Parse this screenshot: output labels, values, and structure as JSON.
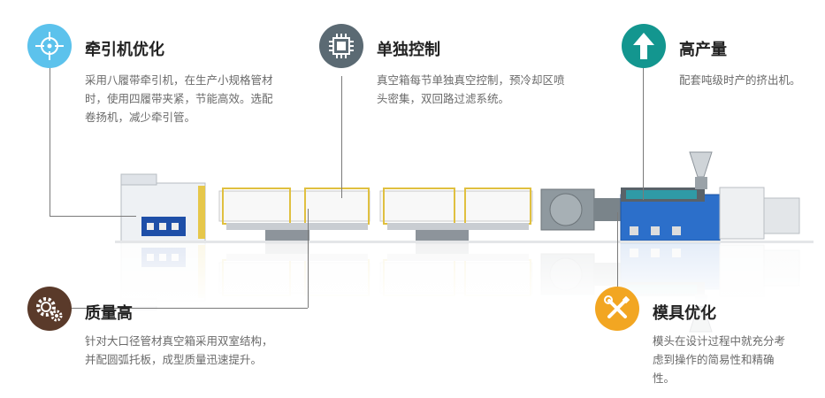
{
  "features": [
    {
      "id": "traction",
      "icon": "crosshair-icon",
      "color": "#5cc2ec",
      "title": "牵引机优化",
      "desc": "采用八履带牵引机，在生产小规格管材时，使用四履带夹紧，节能高效。选配卷扬机，减少牵引管。"
    },
    {
      "id": "control",
      "icon": "chip-icon",
      "color": "#5b6a73",
      "title": "单独控制",
      "desc": "真空箱每节单独真空控制，预冷却区喷头密集，双回路过滤系统。"
    },
    {
      "id": "output",
      "icon": "arrow-up-icon",
      "color": "#13968f",
      "title": "高产量",
      "desc": "配套吨级时产的挤出机。"
    },
    {
      "id": "quality",
      "icon": "gears-icon",
      "color": "#5a3a2a",
      "title": "质量高",
      "desc": "针对大口径管材真空箱采用双室结构，并配圆弧托板，成型质量迅速提升。"
    },
    {
      "id": "mold",
      "icon": "tools-icon",
      "color": "#f2a622",
      "title": "模具优化",
      "desc": "模头在设计过程中就充分考虑到操作的简易性和精确性。"
    }
  ]
}
